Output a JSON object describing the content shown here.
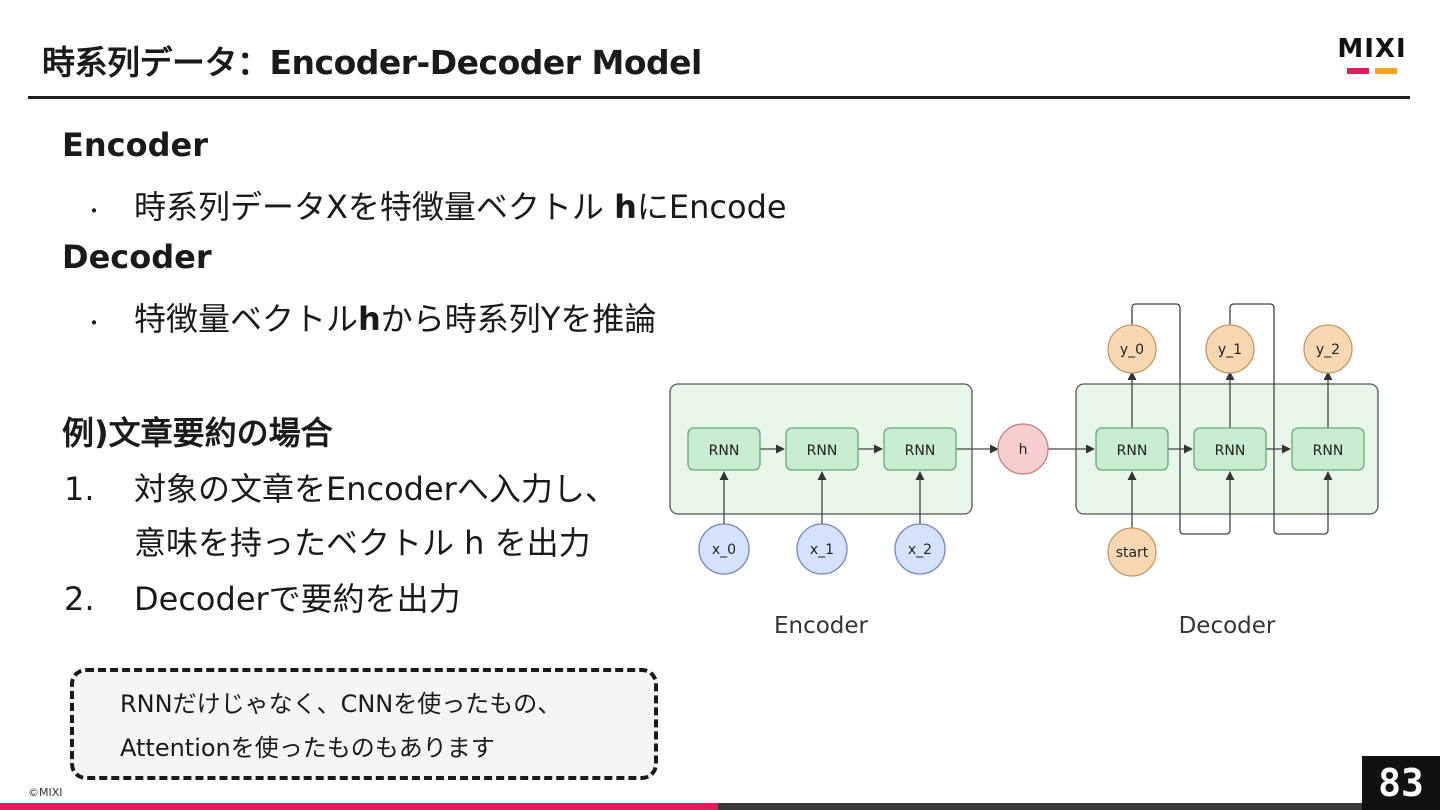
{
  "slide": {
    "title": "時系列データ：Encoder-Decoder Model",
    "logo_text": "MIXI",
    "page_number": "83",
    "copyright": "©MIXI"
  },
  "encoder_section": {
    "heading": "Encoder",
    "bullet_marker": "・",
    "bullet_prefix": "時系列データXを特徴量ベクトル ",
    "bullet_bold": "h",
    "bullet_suffix": "にEncode"
  },
  "decoder_section": {
    "heading": "Decoder",
    "bullet_marker": "・",
    "bullet_prefix": "特徴量ベクトル",
    "bullet_bold": "h",
    "bullet_suffix": "から時系列Yを推論"
  },
  "example": {
    "heading": "例)文章要約の場合",
    "step1_num": "1.",
    "step1_line1": "対象の文章をEncoderへ入力し、",
    "step1_line2": "意味を持ったベクトル h を出力",
    "step2_num": "2.",
    "step2_text": "Decoderで要約を出力"
  },
  "note": {
    "line1": "RNNだけじゃなく、CNNを使ったもの、",
    "line2": "Attentionを使ったものもあります"
  },
  "diagram": {
    "encoder_label": "Encoder",
    "decoder_label": "Decoder",
    "encoder_cells": [
      "RNN",
      "RNN",
      "RNN"
    ],
    "decoder_cells": [
      "RNN",
      "RNN",
      "RNN"
    ],
    "inputs": [
      "x_0",
      "x_1",
      "x_2"
    ],
    "outputs": [
      "y_0",
      "y_1",
      "y_2"
    ],
    "hidden": "h",
    "start": "start",
    "colors": {
      "block_fill": "#e8f5e9",
      "cell_fill": "#c8ecd0",
      "cell_stroke": "#66aa77",
      "input_fill": "#d6e2fb",
      "input_stroke": "#6f86c7",
      "output_fill": "#f8d8b3",
      "output_stroke": "#c89660",
      "hidden_fill": "#f7cfcf",
      "hidden_stroke": "#c87e7e"
    }
  }
}
